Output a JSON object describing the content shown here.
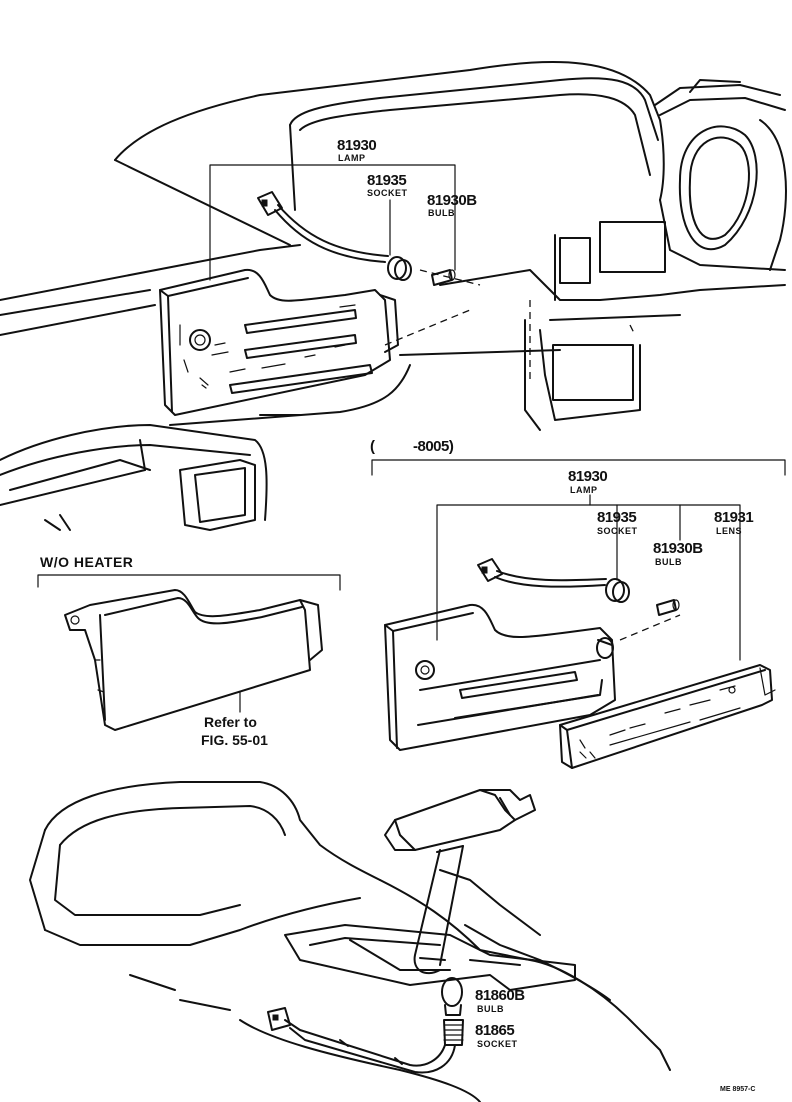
{
  "top_callouts": {
    "lamp_no": "81930",
    "lamp_name": "LAMP",
    "socket_no": "81935",
    "socket_name": "SOCKET",
    "bulb_no": "81930B",
    "bulb_name": "BULB"
  },
  "variant": {
    "range_open": "(",
    "range_value": "-8005)",
    "lamp_no": "81930",
    "lamp_name": "LAMP",
    "socket_no": "81935",
    "socket_name": "SOCKET",
    "lens_no": "81931",
    "lens_name": "LENS",
    "bulb_no": "81930B",
    "bulb_name": "BULB"
  },
  "wo_heater": {
    "title": "W/O  HEATER",
    "refer_line1": "Refer to",
    "refer_line2": "FIG. 55-01"
  },
  "shift": {
    "bulb_no": "81860B",
    "bulb_name": "BULB",
    "socket_no": "81865",
    "socket_name": "SOCKET"
  },
  "figure_code": "ME 8957-C"
}
